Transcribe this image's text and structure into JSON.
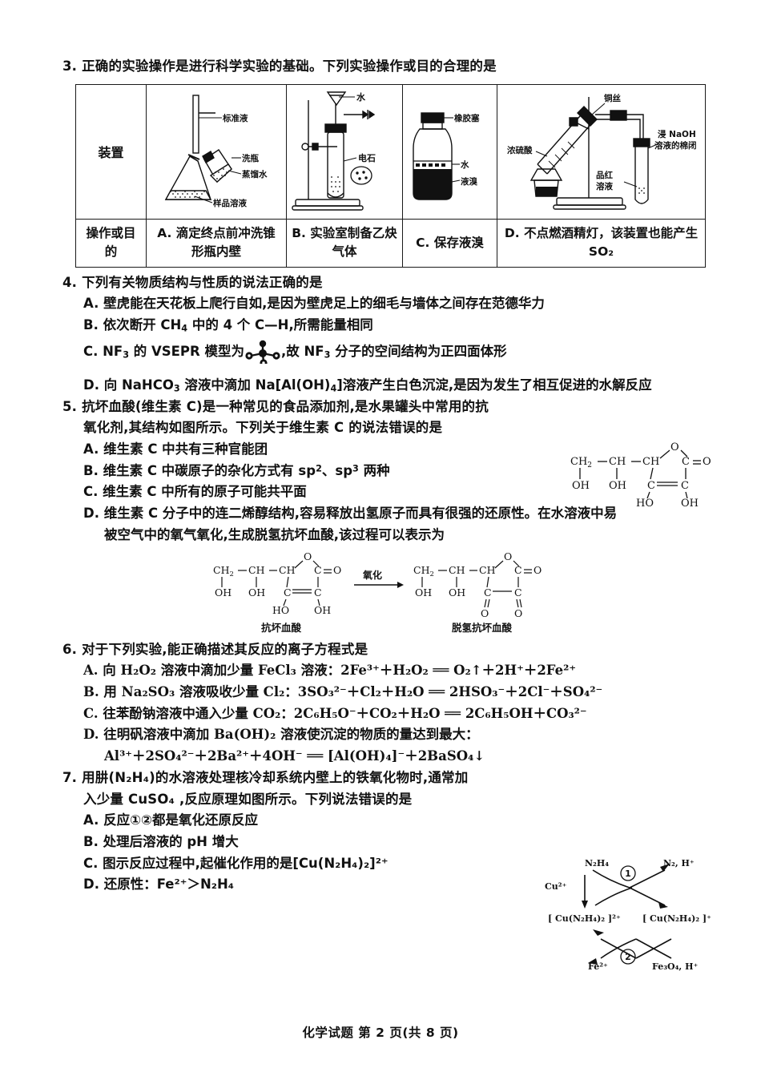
{
  "page": {
    "footer": "化学试题  第 2 页(共 8 页)",
    "bg": "#ffffff",
    "ink": "#111111"
  },
  "q3": {
    "number": "3.",
    "stem": "正确的实验操作是进行科学实验的基础。下列实验操作或目的合理的是",
    "table": {
      "row_headers": [
        "装置",
        "操作或目的"
      ],
      "figures": [
        {
          "id": "titration-flask",
          "labels": [
            "标准液",
            "洗瓶",
            "蒸馏水",
            "样品溶液"
          ]
        },
        {
          "id": "acetylene-generator",
          "labels": [
            "水",
            "电石"
          ]
        },
        {
          "id": "bromine-bottle",
          "labels": [
            "橡胶塞",
            "水",
            "液溴"
          ]
        },
        {
          "id": "so2-apparatus",
          "labels": [
            "铜丝",
            "浓硫酸",
            "浸 NaOH",
            "溶液的棉闭",
            "品红",
            "溶液"
          ]
        }
      ],
      "purposes": [
        "A. 滴定终点前冲洗锥形瓶内壁",
        "B. 实验室制备乙炔气体",
        "C. 保存液溴",
        "D. 不点燃酒精灯，该装置也能产生 SO₂"
      ]
    }
  },
  "q4": {
    "number": "4.",
    "stem": "下列有关物质结构与性质的说法正确的是",
    "options": [
      "A. 壁虎能在天花板上爬行自如,是因为壁虎足上的细毛与墙体之间存在范德华力",
      "B. 依次断开 CH₄ 中的 4 个 C—H,所需能量相同",
      "C. NF₃ 的 VSEPR 模型为 [图] ,故 NF₃ 分子的空间结构为正四面体形",
      "D. 向 NaHCO₃ 溶液中滴加 Na[Al(OH)₄]溶液产生白色沉淀,是因为发生了相互促进的水解反应"
    ],
    "optC_parts": {
      "pre_a": "C. NF",
      "sub_a": "3",
      "mid_a": " 的 VSEPR 模型为",
      "mid_b": ",故 NF",
      "sub_b": "3",
      "tail": " 分子的空间结构为正四面体形"
    },
    "optD_parts": {
      "pre": "D. 向 NaHCO",
      "sub1": "3",
      "mid1": " 溶液中滴加 Na[Al(OH)",
      "sub2": "4",
      "mid2": "]溶液产生白色沉淀,是因为发生了相互促进的水解反应"
    },
    "optB_parts": {
      "pre": "B. 依次断开 CH",
      "sub1": "4",
      "tail": " 中的 4 个 C—H,所需能量相同"
    }
  },
  "q5": {
    "number": "5.",
    "stem_line1": "抗坏血酸(维生素 C)是一种常见的食品添加剂,是水果罐头中常用的抗",
    "stem_line2": "氧化剂,其结构如图所示。下列关于维生素 C 的说法错误的是",
    "options": [
      "A. 维生素 C 中共有三种官能团",
      "B. 维生素 C 中碳原子的杂化方式有 sp²、sp³ 两种",
      "C. 维生素 C 中所有的原子可能共平面"
    ],
    "optB_parts": {
      "pre": "B. 维生素 C 中碳原子的杂化方式有 sp",
      "sup1": "2",
      "mid": "、sp",
      "sup2": "3",
      "tail": " 两种"
    },
    "optD_line1": "D. 维生素 C 分子中的连二烯醇结构,容易释放出氢原子而具有很强的还原性。在水溶液中易",
    "optD_line2": "被空气中的氧气氧化,生成脱氢抗坏血酸,该过程可以表示为",
    "structure": {
      "atoms": [
        "CH₂",
        "CH",
        "CH",
        "C",
        "O",
        "C",
        "C",
        "OH",
        "OH",
        "HO",
        "OH",
        "O"
      ],
      "labels_left": [
        "CH",
        "CH",
        "CH",
        "C",
        "O"
      ],
      "caption": ""
    },
    "scheme": {
      "left_caption": "抗坏血酸",
      "right_caption": "脱氢抗坏血酸",
      "arrow_label": "氧化"
    }
  },
  "q6": {
    "number": "6.",
    "stem": "对于下列实验,能正确描述其反应的离子方程式是",
    "optionA": {
      "text": "A. 向 H₂O₂ 溶液中滴加少量 FeCl₃ 溶液：2Fe³⁺＋H₂O₂ ══ O₂↑＋2H⁺＋2Fe²⁺"
    },
    "optionB": {
      "text": "B. 用 Na₂SO₃ 溶液吸收少量 Cl₂：3SO₃²⁻＋Cl₂＋H₂O ══ 2HSO₃⁻＋2Cl⁻＋SO₄²⁻"
    },
    "optionC": {
      "text": "C. 往苯酚钠溶液中通入少量 CO₂：2C₆H₅O⁻＋CO₂＋H₂O ══ 2C₆H₅OH＋CO₃²⁻"
    },
    "optionD": {
      "line1": "D. 往明矾溶液中滴加 Ba(OH)₂ 溶液使沉淀的物质的量达到最大：",
      "line2": "Al³⁺＋2SO₄²⁻＋2Ba²⁺＋4OH⁻ ══ [Al(OH)₄]⁻＋2BaSO₄↓"
    }
  },
  "q7": {
    "number": "7.",
    "stem_line1": "用肼(N₂H₄)的水溶液处理核冷却系统内壁上的铁氧化物时,通常加",
    "stem_line2": "入少量 CuSO₄ ,反应原理如图所示。下列说法错误的是",
    "options": [
      "A. 反应①②都是氧化还原反应",
      "B. 处理后溶液的 pH 增大",
      "C. 图示反应过程中,起催化作用的是[Cu(N₂H₄)₂]²⁺",
      "D. 还原性：Fe²⁺＞N₂H₄"
    ],
    "cycle_diagram": {
      "top_left_in": "N₂H₄",
      "top_right_out": "N₂, H⁺",
      "left_in": "Cu²⁺",
      "left_species": "[ Cu(N₂H₄)₂ ]²⁺",
      "right_species": "[ Cu(N₂H₄)₂ ]⁺",
      "bottom_left_out": "Fe²⁺",
      "bottom_right_in": "Fe₃O₄, H⁺",
      "step1": "①",
      "step2": "②"
    }
  }
}
